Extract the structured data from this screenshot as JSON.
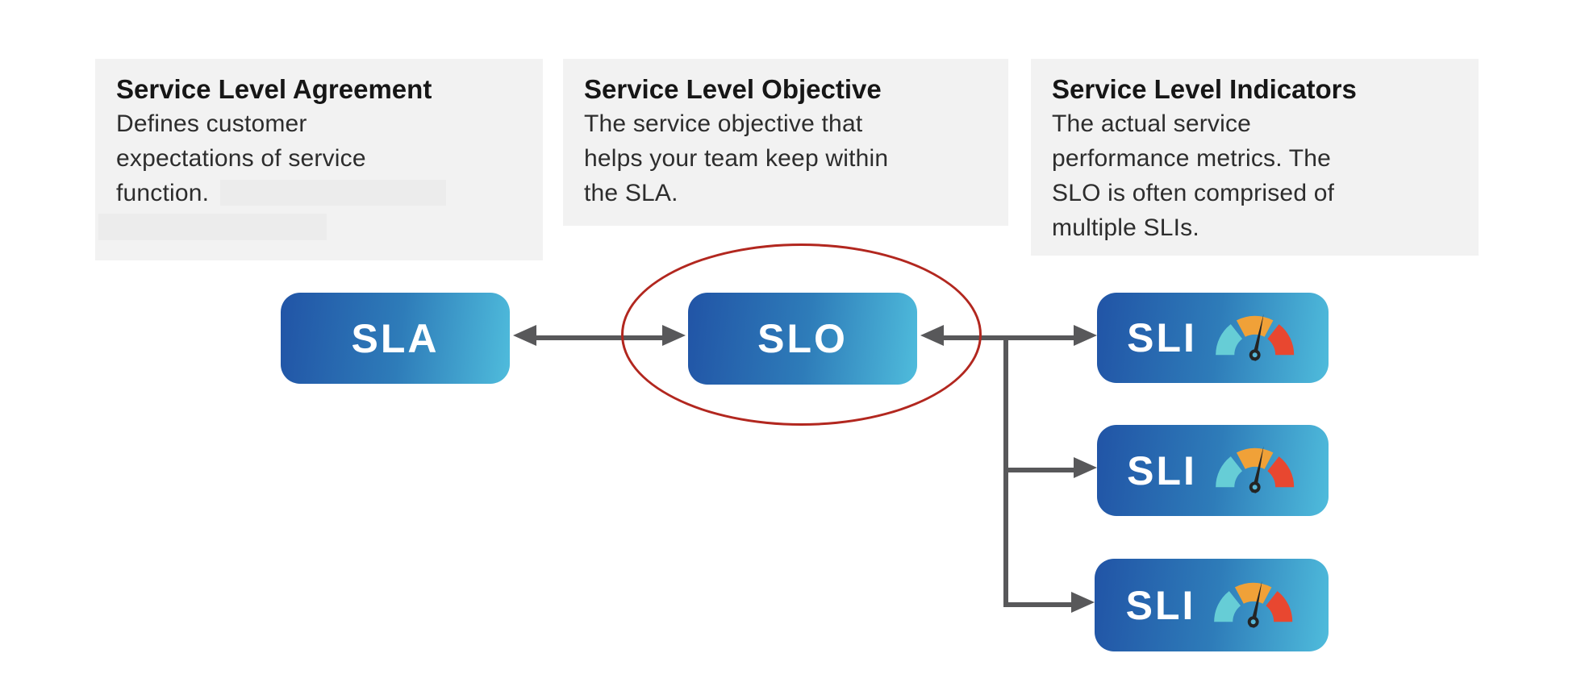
{
  "theme": {
    "page-bg": "#ffffff",
    "card-bg": "#f2f2f2",
    "card-redaction": "#ececec",
    "title-color": "#161616",
    "body-color": "#2d2d2d",
    "grad-a": "#2154a6",
    "grad-mid": "#2e7cb9",
    "grad-b": "#4fbcdc",
    "node-text": "#ffffff",
    "arrow": "#58585a",
    "ellipse": "#b2271f",
    "gauge-low": "#66cdd6",
    "gauge-mid": "#f0a138",
    "gauge-high": "#e84730",
    "gauge-needle": "#242424"
  },
  "cards": [
    {
      "title": "Service Level Agreement",
      "body": [
        "Defines customer",
        "expectations of service",
        "function."
      ]
    },
    {
      "title": "Service Level Objective",
      "body": [
        "The service objective that",
        "helps your team keep within",
        "the SLA."
      ]
    },
    {
      "title": "Service Level Indicators",
      "body": [
        "The actual service",
        "performance metrics. The",
        "SLO is often comprised of",
        "multiple SLIs."
      ]
    }
  ],
  "nodes": {
    "sla": "SLA",
    "slo": "SLO",
    "sli": "SLI"
  }
}
